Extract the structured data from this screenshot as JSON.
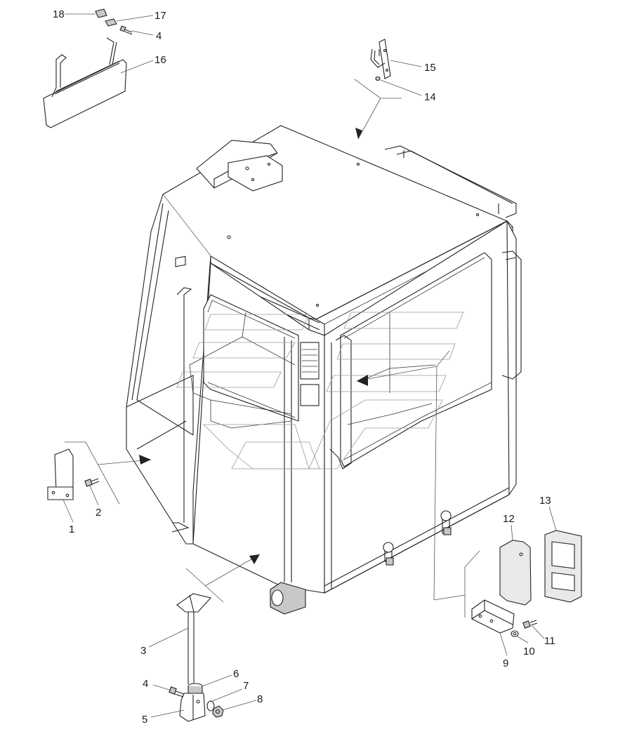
{
  "diagram": {
    "callouts": [
      {
        "id": "c18",
        "label": "18"
      },
      {
        "id": "c17",
        "label": "17"
      },
      {
        "id": "c4a",
        "label": "4"
      },
      {
        "id": "c16",
        "label": "16"
      },
      {
        "id": "c15",
        "label": "15"
      },
      {
        "id": "c14",
        "label": "14"
      },
      {
        "id": "c1",
        "label": "1"
      },
      {
        "id": "c2",
        "label": "2"
      },
      {
        "id": "c13",
        "label": "13"
      },
      {
        "id": "c12",
        "label": "12"
      },
      {
        "id": "c11",
        "label": "11"
      },
      {
        "id": "c10",
        "label": "10"
      },
      {
        "id": "c9",
        "label": "9"
      },
      {
        "id": "c3",
        "label": "3"
      },
      {
        "id": "c6",
        "label": "6"
      },
      {
        "id": "c7",
        "label": "7"
      },
      {
        "id": "c4b",
        "label": "4"
      },
      {
        "id": "c8",
        "label": "8"
      },
      {
        "id": "c5",
        "label": "5"
      }
    ],
    "colors": {
      "line": "#222222",
      "background": "#ffffff",
      "watermark": "#9a9a9a"
    }
  }
}
